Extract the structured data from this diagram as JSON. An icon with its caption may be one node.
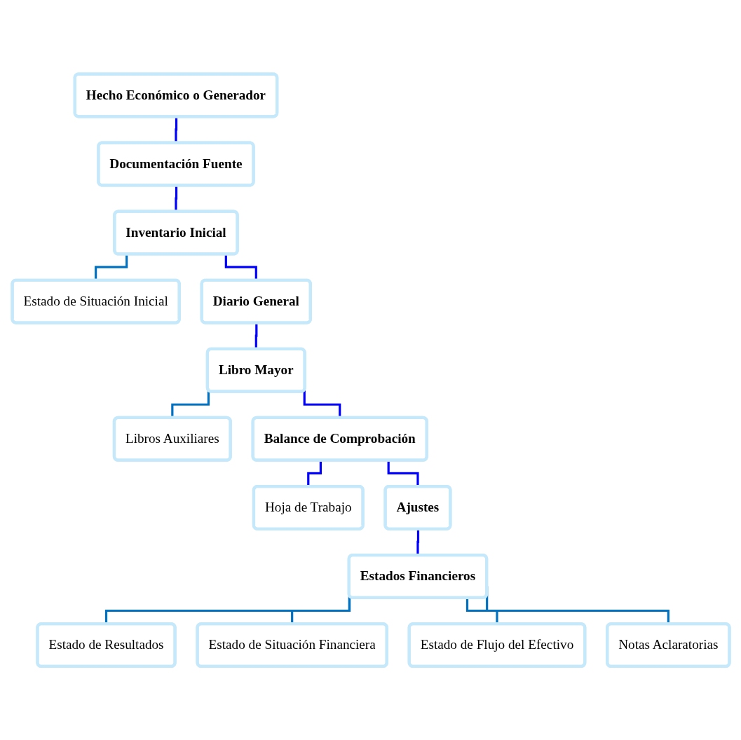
{
  "diagram": {
    "nodes": [
      {
        "text": [
          "Hecho Económico o Generador"
        ]
      },
      {
        "text": [
          "Documentación Fuente"
        ]
      },
      {
        "text": [
          "Inventario Inicial"
        ]
      },
      {
        "text": [
          "Estado de Situación Inicial"
        ]
      },
      {
        "text": [
          "Diario General"
        ]
      },
      {
        "text": [
          "Libro Mayor"
        ]
      },
      {
        "text": [
          "Libros Auxiliares"
        ]
      },
      {
        "text": [
          "Balance de Comprobación"
        ]
      },
      {
        "text": [
          "Hoja de Trabajo"
        ]
      },
      {
        "text": [
          "Ajustes"
        ]
      },
      {
        "text": [
          "Estados Financieros"
        ]
      },
      {
        "text": [
          "Estado de Resultados"
        ]
      },
      {
        "text": [
          "Estado de Situación Financiera"
        ]
      },
      {
        "text": [
          "Estado de Flujo del Efectivo"
        ]
      },
      {
        "text": [
          "Notas Aclaratorias"
        ]
      }
    ],
    "edges": [
      {
        "from": 0,
        "to": 1,
        "arrow": "none",
        "color": "#0000ff"
      },
      {
        "from": 1,
        "to": 2,
        "arrow": "none",
        "color": "#0000ff"
      },
      {
        "from": 2,
        "to": 3,
        "arrow": "none",
        "color": "#0070c0"
      },
      {
        "from": 2,
        "to": 4,
        "arrow": "none",
        "color": "#0000ff"
      },
      {
        "from": 4,
        "to": 5,
        "arrow": "none",
        "color": "#0000ff"
      },
      {
        "from": 5,
        "to": 6,
        "arrow": "none",
        "color": "#0070c0"
      },
      {
        "from": 5,
        "to": 7,
        "arrow": "none",
        "color": "#0000ff"
      },
      {
        "from": 7,
        "to": 8,
        "arrow": "none",
        "color": "#0000ff"
      },
      {
        "from": 7,
        "to": 9,
        "arrow": "none",
        "color": "#0000ff"
      },
      {
        "from": 9,
        "to": 10,
        "arrow": "none",
        "color": "#0000ff"
      },
      {
        "from": 10,
        "to": 11,
        "arrow": "none",
        "color": "#0070c0"
      },
      {
        "from": 10,
        "to": 12,
        "arrow": "none",
        "color": "#0070c0"
      },
      {
        "from": 10,
        "to": 13,
        "arrow": "none",
        "color": "#0070c0"
      },
      {
        "from": 10,
        "to": 14,
        "arrow": "none",
        "color": "#0070c0"
      }
    ]
  }
}
